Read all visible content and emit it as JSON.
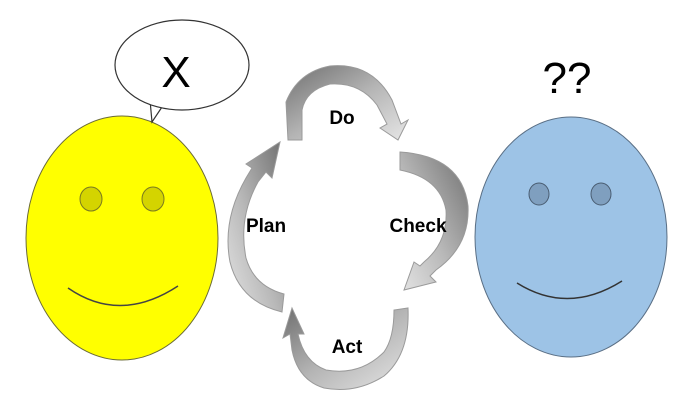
{
  "left_face": {
    "speech_text": "X",
    "face_color": "#FFFF00",
    "eye_color": "#D4D400"
  },
  "right_face": {
    "thought_text": "??",
    "face_color": "#9DC3E6",
    "eye_color": "#7F9FBF"
  },
  "cycle": {
    "steps": [
      "Plan",
      "Do",
      "Check",
      "Act"
    ],
    "arrow_color": "#A0A0A0"
  }
}
